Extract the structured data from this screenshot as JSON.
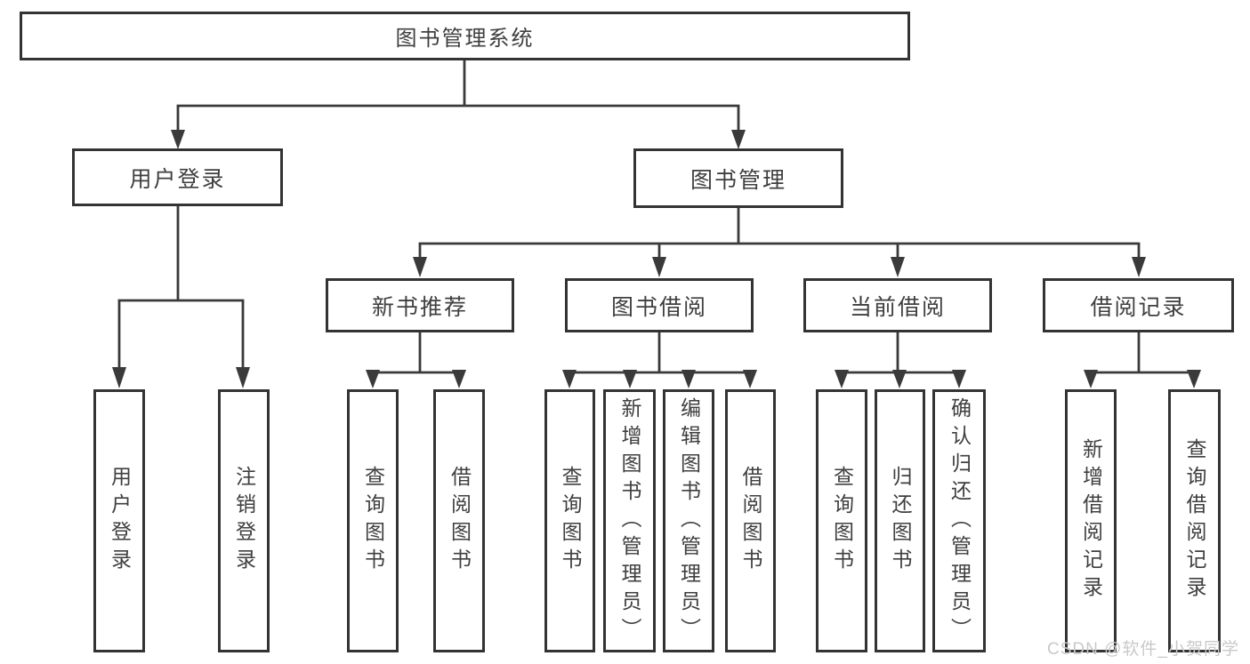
{
  "tree": {
    "root": {
      "label": "图书管理系统",
      "children": [
        {
          "label": "用户登录",
          "children": [
            {
              "label": "用户登录"
            },
            {
              "label": "注销登录"
            }
          ]
        },
        {
          "label": "图书管理",
          "children": [
            {
              "label": "新书推荐",
              "children": [
                {
                  "label": "查询图书"
                },
                {
                  "label": "借阅图书"
                }
              ]
            },
            {
              "label": "图书借阅",
              "children": [
                {
                  "label": "查询图书"
                },
                {
                  "label": "新增图书（管理员）"
                },
                {
                  "label": "编辑图书（管理员）"
                },
                {
                  "label": "借阅图书"
                }
              ]
            },
            {
              "label": "当前借阅",
              "children": [
                {
                  "label": "查询图书"
                },
                {
                  "label": "归还图书"
                },
                {
                  "label": "确认归还（管理员）"
                }
              ]
            },
            {
              "label": "借阅记录",
              "children": [
                {
                  "label": "新增借阅记录"
                },
                {
                  "label": "查询借阅记录"
                }
              ]
            }
          ]
        }
      ]
    }
  },
  "watermark": {
    "text": "CSDN @软件_小贺同学"
  },
  "colors": {
    "line": "#3a3a3a",
    "box_border": "#333333",
    "text": "#3f3f3f",
    "watermark": "#c9c9c9",
    "background": "#ffffff"
  }
}
